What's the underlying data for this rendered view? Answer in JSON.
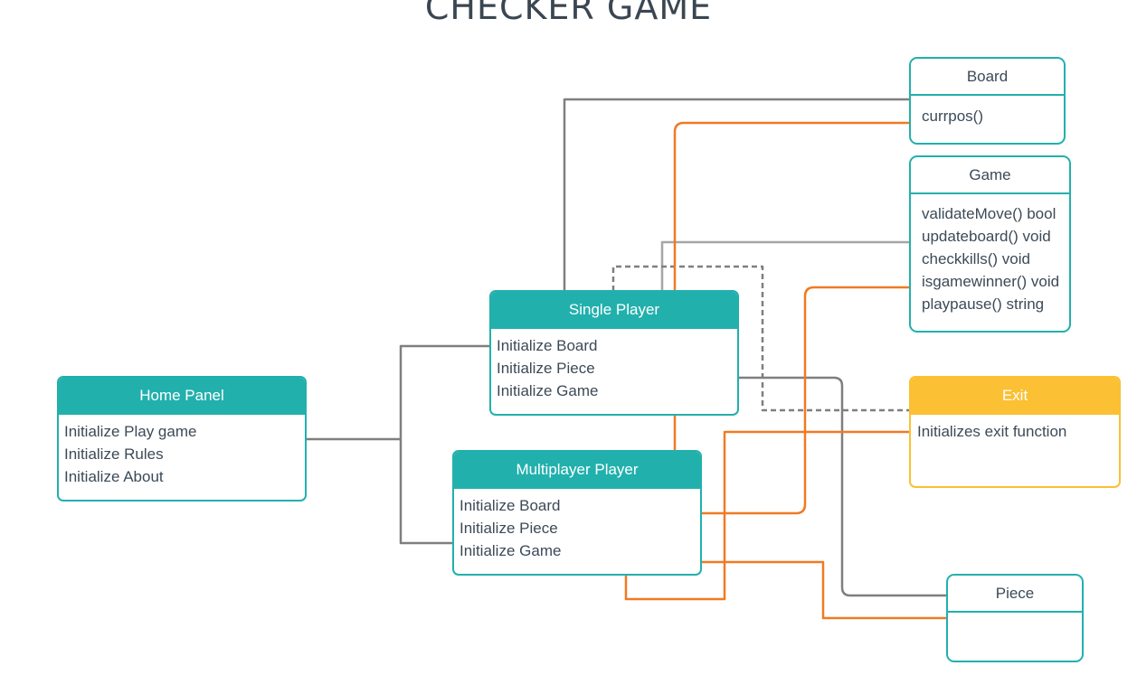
{
  "title": "CHECKER GAME",
  "colors": {
    "teal": "#22b0ad",
    "yellow": "#fbc033",
    "orange": "#f07a23",
    "gray": "#7f7f7f",
    "lightgray": "#a6a6a6"
  },
  "home_panel": {
    "title": "Home Panel",
    "items": [
      "Initialize Play game",
      "Initialize Rules",
      "Initialize About"
    ]
  },
  "single_player": {
    "title": "Single Player",
    "items": [
      "Initialize Board",
      "Initialize Piece",
      "Initialize Game"
    ]
  },
  "multiplayer_player": {
    "title": "Multiplayer Player",
    "items": [
      "Initialize Board",
      "Initialize Piece",
      "Initialize Game"
    ]
  },
  "board": {
    "title": "Board",
    "items": [
      "currpos()"
    ]
  },
  "game": {
    "title": "Game",
    "items": [
      "validateMove() bool",
      "updateboard() void",
      "checkkills() void",
      "isgamewinner() void",
      "playpause() string"
    ]
  },
  "exit": {
    "title": "Exit",
    "items": [
      "Initializes exit function"
    ]
  },
  "piece": {
    "title": "Piece"
  }
}
